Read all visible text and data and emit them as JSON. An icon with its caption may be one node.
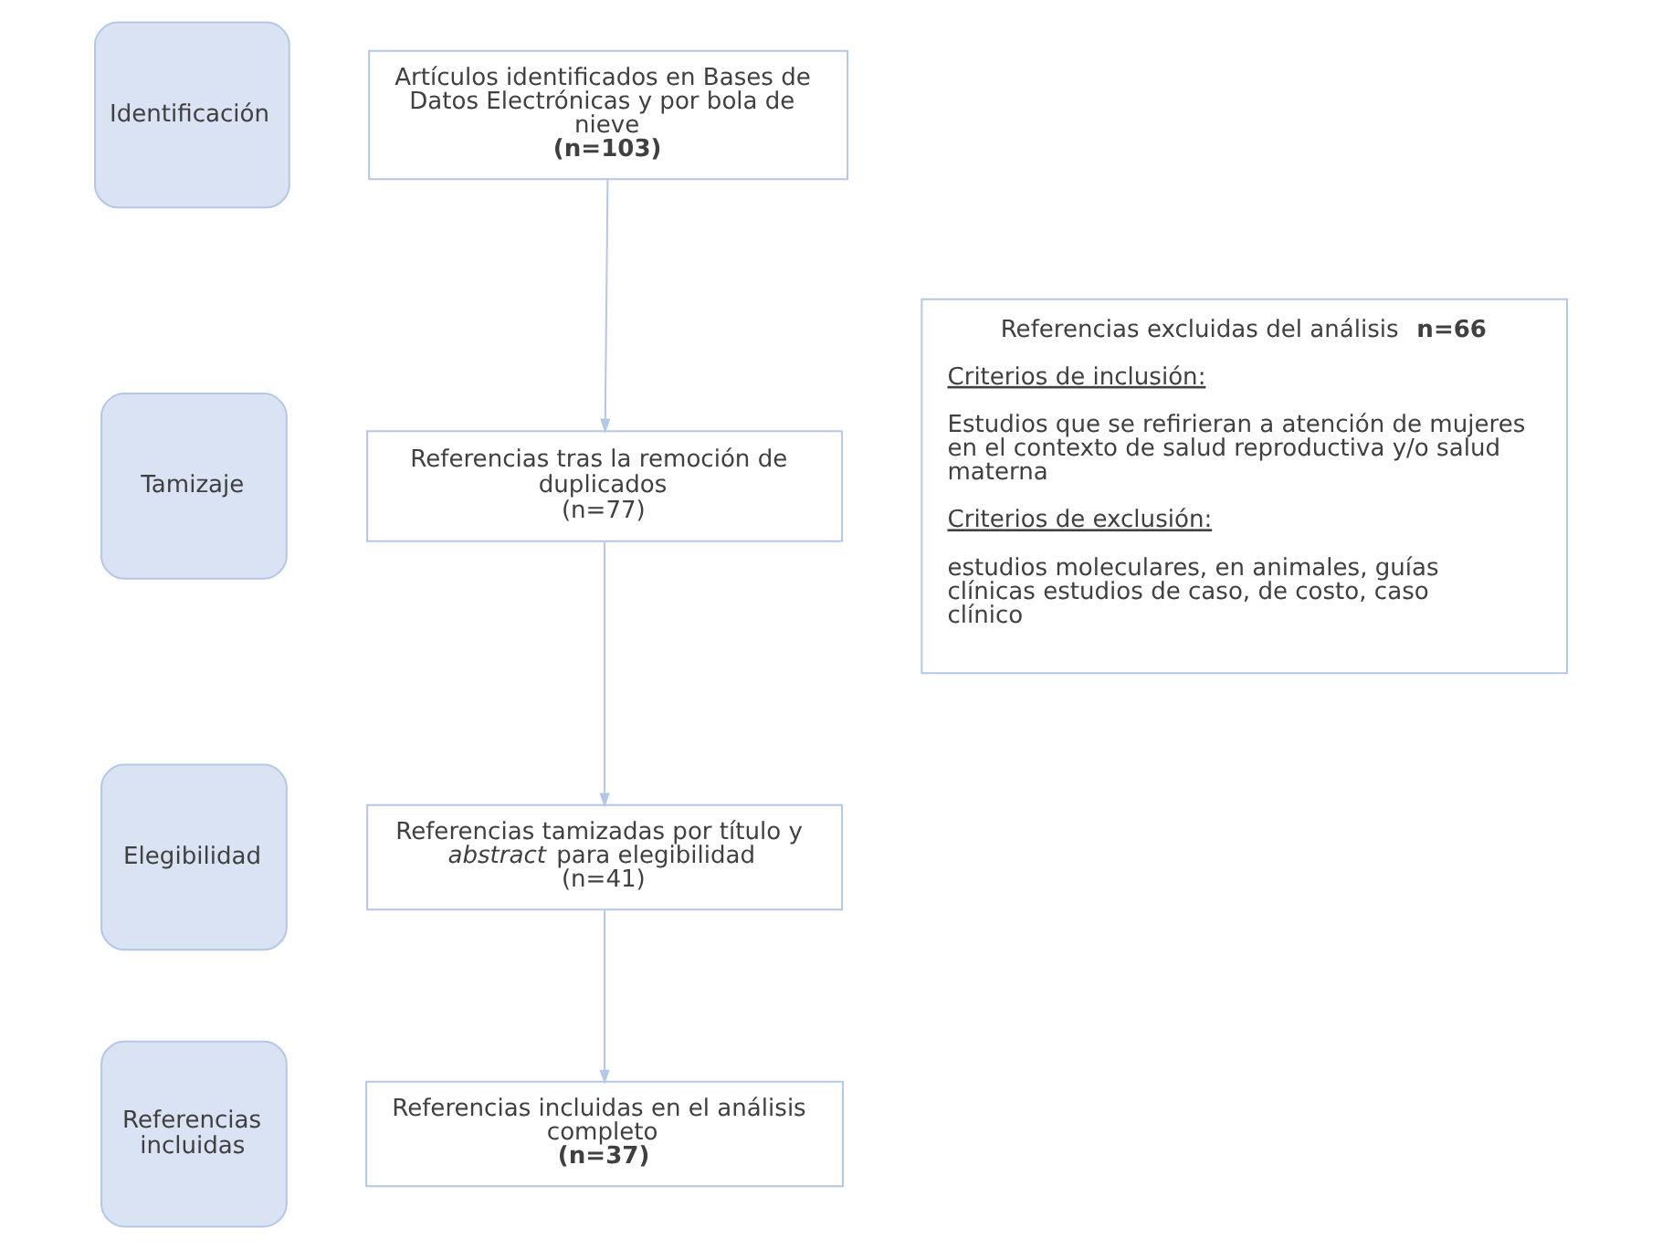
{
  "diagram": {
    "nodes": [
      {
        "text": [
          "Identificación"
        ]
      },
      {
        "text": [
          "Artículos identificados en Bases de Datos Electrónicas y por bola de nieve",
          "**(n=103)**"
        ]
      },
      {
        "text": [
          "Tamizaje"
        ]
      },
      {
        "text": [
          "Referencias tras la remoción de duplicados",
          "(n=77)"
        ]
      },
      {
        "text": [
          "Referencias excluidas del análisis **n=66**",
          "Criterios de inclusión:",
          "Estudios que se refirieran a atención de mujeres en el contexto de salud reproductiva y/o salud materna",
          "Criterios de exclusión:",
          "estudios moleculares, en animales, guías clínicas estudios de caso, de costo, caso clínico"
        ]
      },
      {
        "text": [
          "Elegibilidad"
        ]
      },
      {
        "text": [
          "Referencias tamizadas por título y *abstract* para elegibilidad",
          "(n=41)"
        ]
      },
      {
        "text": [
          "Referencias incluidas"
        ]
      },
      {
        "text": [
          "Referencias incluidas en el análisis completo",
          "**(n=37)**"
        ]
      }
    ],
    "edges": [
      {
        "from": 1,
        "to": 3,
        "arrow": "to"
      },
      {
        "from": 3,
        "to": 6,
        "arrow": "to"
      },
      {
        "from": 6,
        "to": 8,
        "arrow": "to"
      }
    ]
  }
}
